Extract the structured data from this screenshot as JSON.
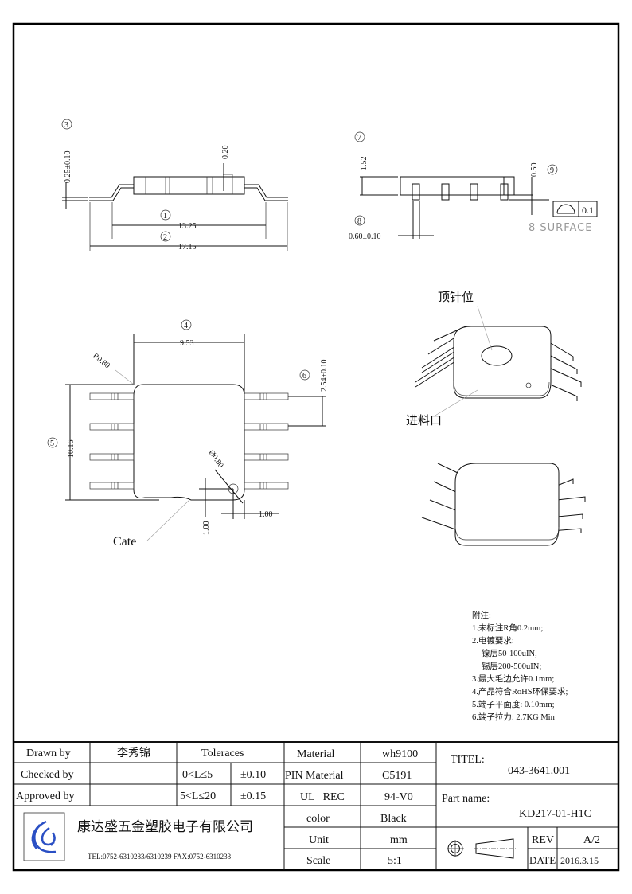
{
  "drawing": {
    "callouts": [
      "1",
      "2",
      "3",
      "4",
      "5",
      "6",
      "7",
      "8",
      "9"
    ],
    "dims": {
      "d1": "13.25",
      "d2": "17.15",
      "d3": "0.25±0.10",
      "d_pin_step": "0.20",
      "d4": "9.53",
      "d5": "10.16",
      "d6": "2.54±0.10",
      "d7": "1.52",
      "d8": "0.60±0.10",
      "d9": "0.50",
      "radius": "R0.80",
      "hole": "Ø0.80",
      "hole_x": "1.00",
      "hole_y": "1.00"
    },
    "flatness": {
      "symbol": "profile-of-surface",
      "value": "0.1",
      "note": "8 SURFACE"
    },
    "labels": {
      "ejector": "顶针位",
      "gate_cn": "进料口",
      "gate_en": "Cate"
    }
  },
  "notes": {
    "title": "附注:",
    "items": [
      "1.未标注R角0.2mm;",
      "2.电镀要求:",
      "镍层50-100uIN,",
      "锡层200-500uIN;",
      "3.最大毛边允许0.1mm;",
      "4.产品符合RoHS环保要求;",
      "5.端子平面度: 0.10mm;",
      "6.端子拉力: 2.7KG Min"
    ]
  },
  "title_block": {
    "drawn_by_label": "Drawn by",
    "drawn_by": "李秀锦",
    "checked_by_label": "Checked by",
    "checked_by": "",
    "approved_by_label": "Approved by",
    "approved_by": "",
    "tolerances_label": "Toleraces",
    "tol1_range": "0<L≤5",
    "tol1_value": "±0.10",
    "tol2_range": "5<L≤20",
    "tol2_value": "±0.15",
    "material_label": "Material",
    "material": "wh9100",
    "pin_material_label": "PIN Material",
    "pin_material": "C5191",
    "ul_label": "UL   REC",
    "ul": "94-V0",
    "color_label": "color",
    "color": "Black",
    "unit_label": "Unit",
    "unit": "mm",
    "scale_label": "Scale",
    "scale": "5:1",
    "company": "康达盛五金塑胶电子有限公司",
    "contact": "TEL:0752-6310283/6310239   FAX:0752-6310233",
    "title_label": "TITEL:",
    "title": "043-3641.001",
    "part_name_label": "Part name:",
    "part_name": "KD217-01-H1C",
    "rev_label": "REV",
    "rev": "A/2",
    "date_label": "DATE",
    "date": "2016.3.15"
  },
  "colors": {
    "line": "#111111",
    "logo_blue": "#2a4fc4"
  }
}
